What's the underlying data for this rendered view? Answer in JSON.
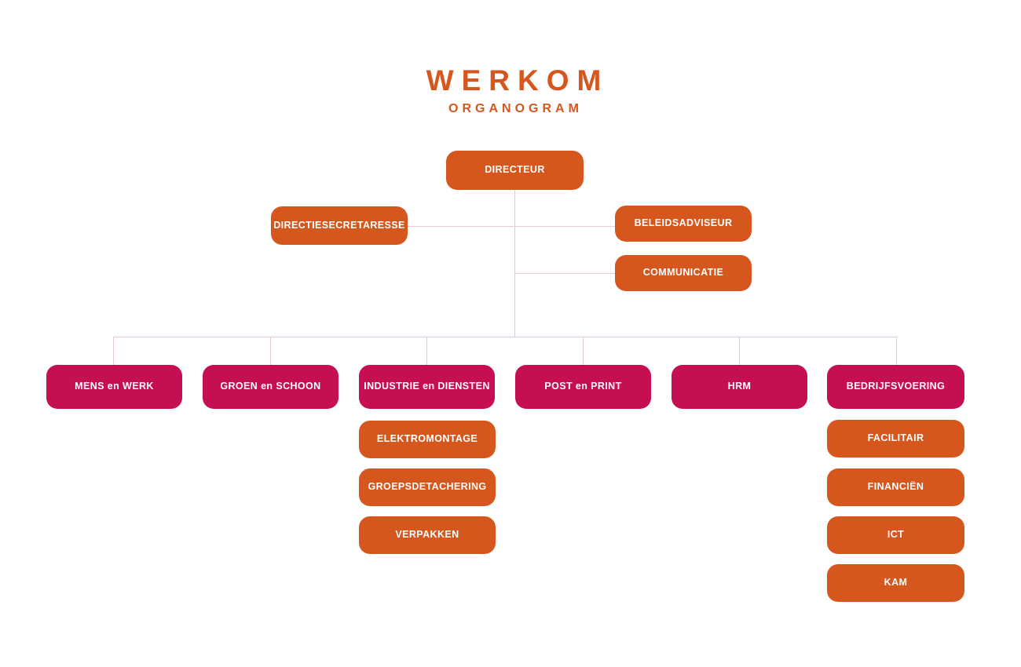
{
  "header": {
    "brand": "WERKOM",
    "title": "ORGANOGRAM"
  },
  "colors": {
    "orange": "#D5571D",
    "magenta": "#C60E52",
    "connector": "#EBC7D2",
    "background": "#FFFFFF",
    "label_text": "#FFFFFF"
  },
  "org": {
    "director": {
      "label": "DIRECTEUR"
    },
    "staff": [
      {
        "label": "DIRECTIESECRETARESSE"
      },
      {
        "label": "BELEIDSADVISEUR"
      },
      {
        "label": "COMMUNICATIE"
      }
    ],
    "departments": [
      {
        "label": "MENS en WERK",
        "children": []
      },
      {
        "label": "GROEN en SCHOON",
        "children": []
      },
      {
        "label": "INDUSTRIE en DIENSTEN",
        "children": [
          "ELEKTROMONTAGE",
          "GROEPSDETACHERING",
          "VERPAKKEN"
        ]
      },
      {
        "label": "POST en PRINT",
        "children": []
      },
      {
        "label": "HRM",
        "children": []
      },
      {
        "label": "BEDRIJFSVOERING",
        "children": [
          "FACILITAIR",
          "FINANCIËN",
          "ICT",
          "KAM"
        ]
      }
    ]
  }
}
